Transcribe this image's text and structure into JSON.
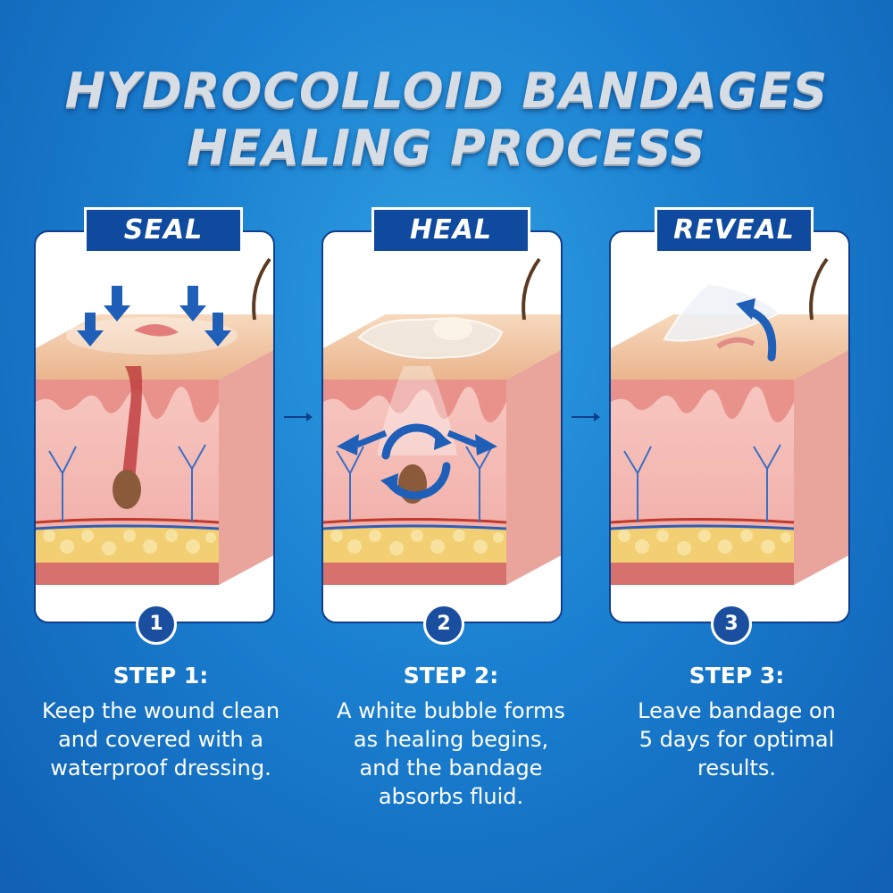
{
  "title": {
    "line1": "HYDROCOLLOID BANDAGES",
    "line2": "HEALING PROCESS"
  },
  "steps": [
    {
      "label": "SEAL",
      "number": "1",
      "heading": "STEP 1:",
      "lines": [
        "Keep the wound clean",
        "and covered with a",
        "waterproof dressing."
      ]
    },
    {
      "label": "HEAL",
      "number": "2",
      "heading": "STEP 2:",
      "lines": [
        "A white bubble forms",
        "as healing begins,",
        "and the bandage",
        "absorbs fluid."
      ]
    },
    {
      "label": "REVEAL",
      "number": "3",
      "heading": "STEP 3:",
      "lines": [
        "Leave bandage on",
        "5 days for optimal",
        "results."
      ]
    }
  ],
  "colors": {
    "background": "#1a7fd0",
    "label_bg": "#0f4a9e",
    "arrow_blue": "#1f5fb8",
    "skin_top": "#f2c9a6",
    "dermis": "#f4b6b0",
    "fat": "#f3d27a"
  },
  "icons": [
    "down-arrow-icon",
    "circular-arrows-icon",
    "peel-arrow-icon",
    "hair-icon"
  ]
}
